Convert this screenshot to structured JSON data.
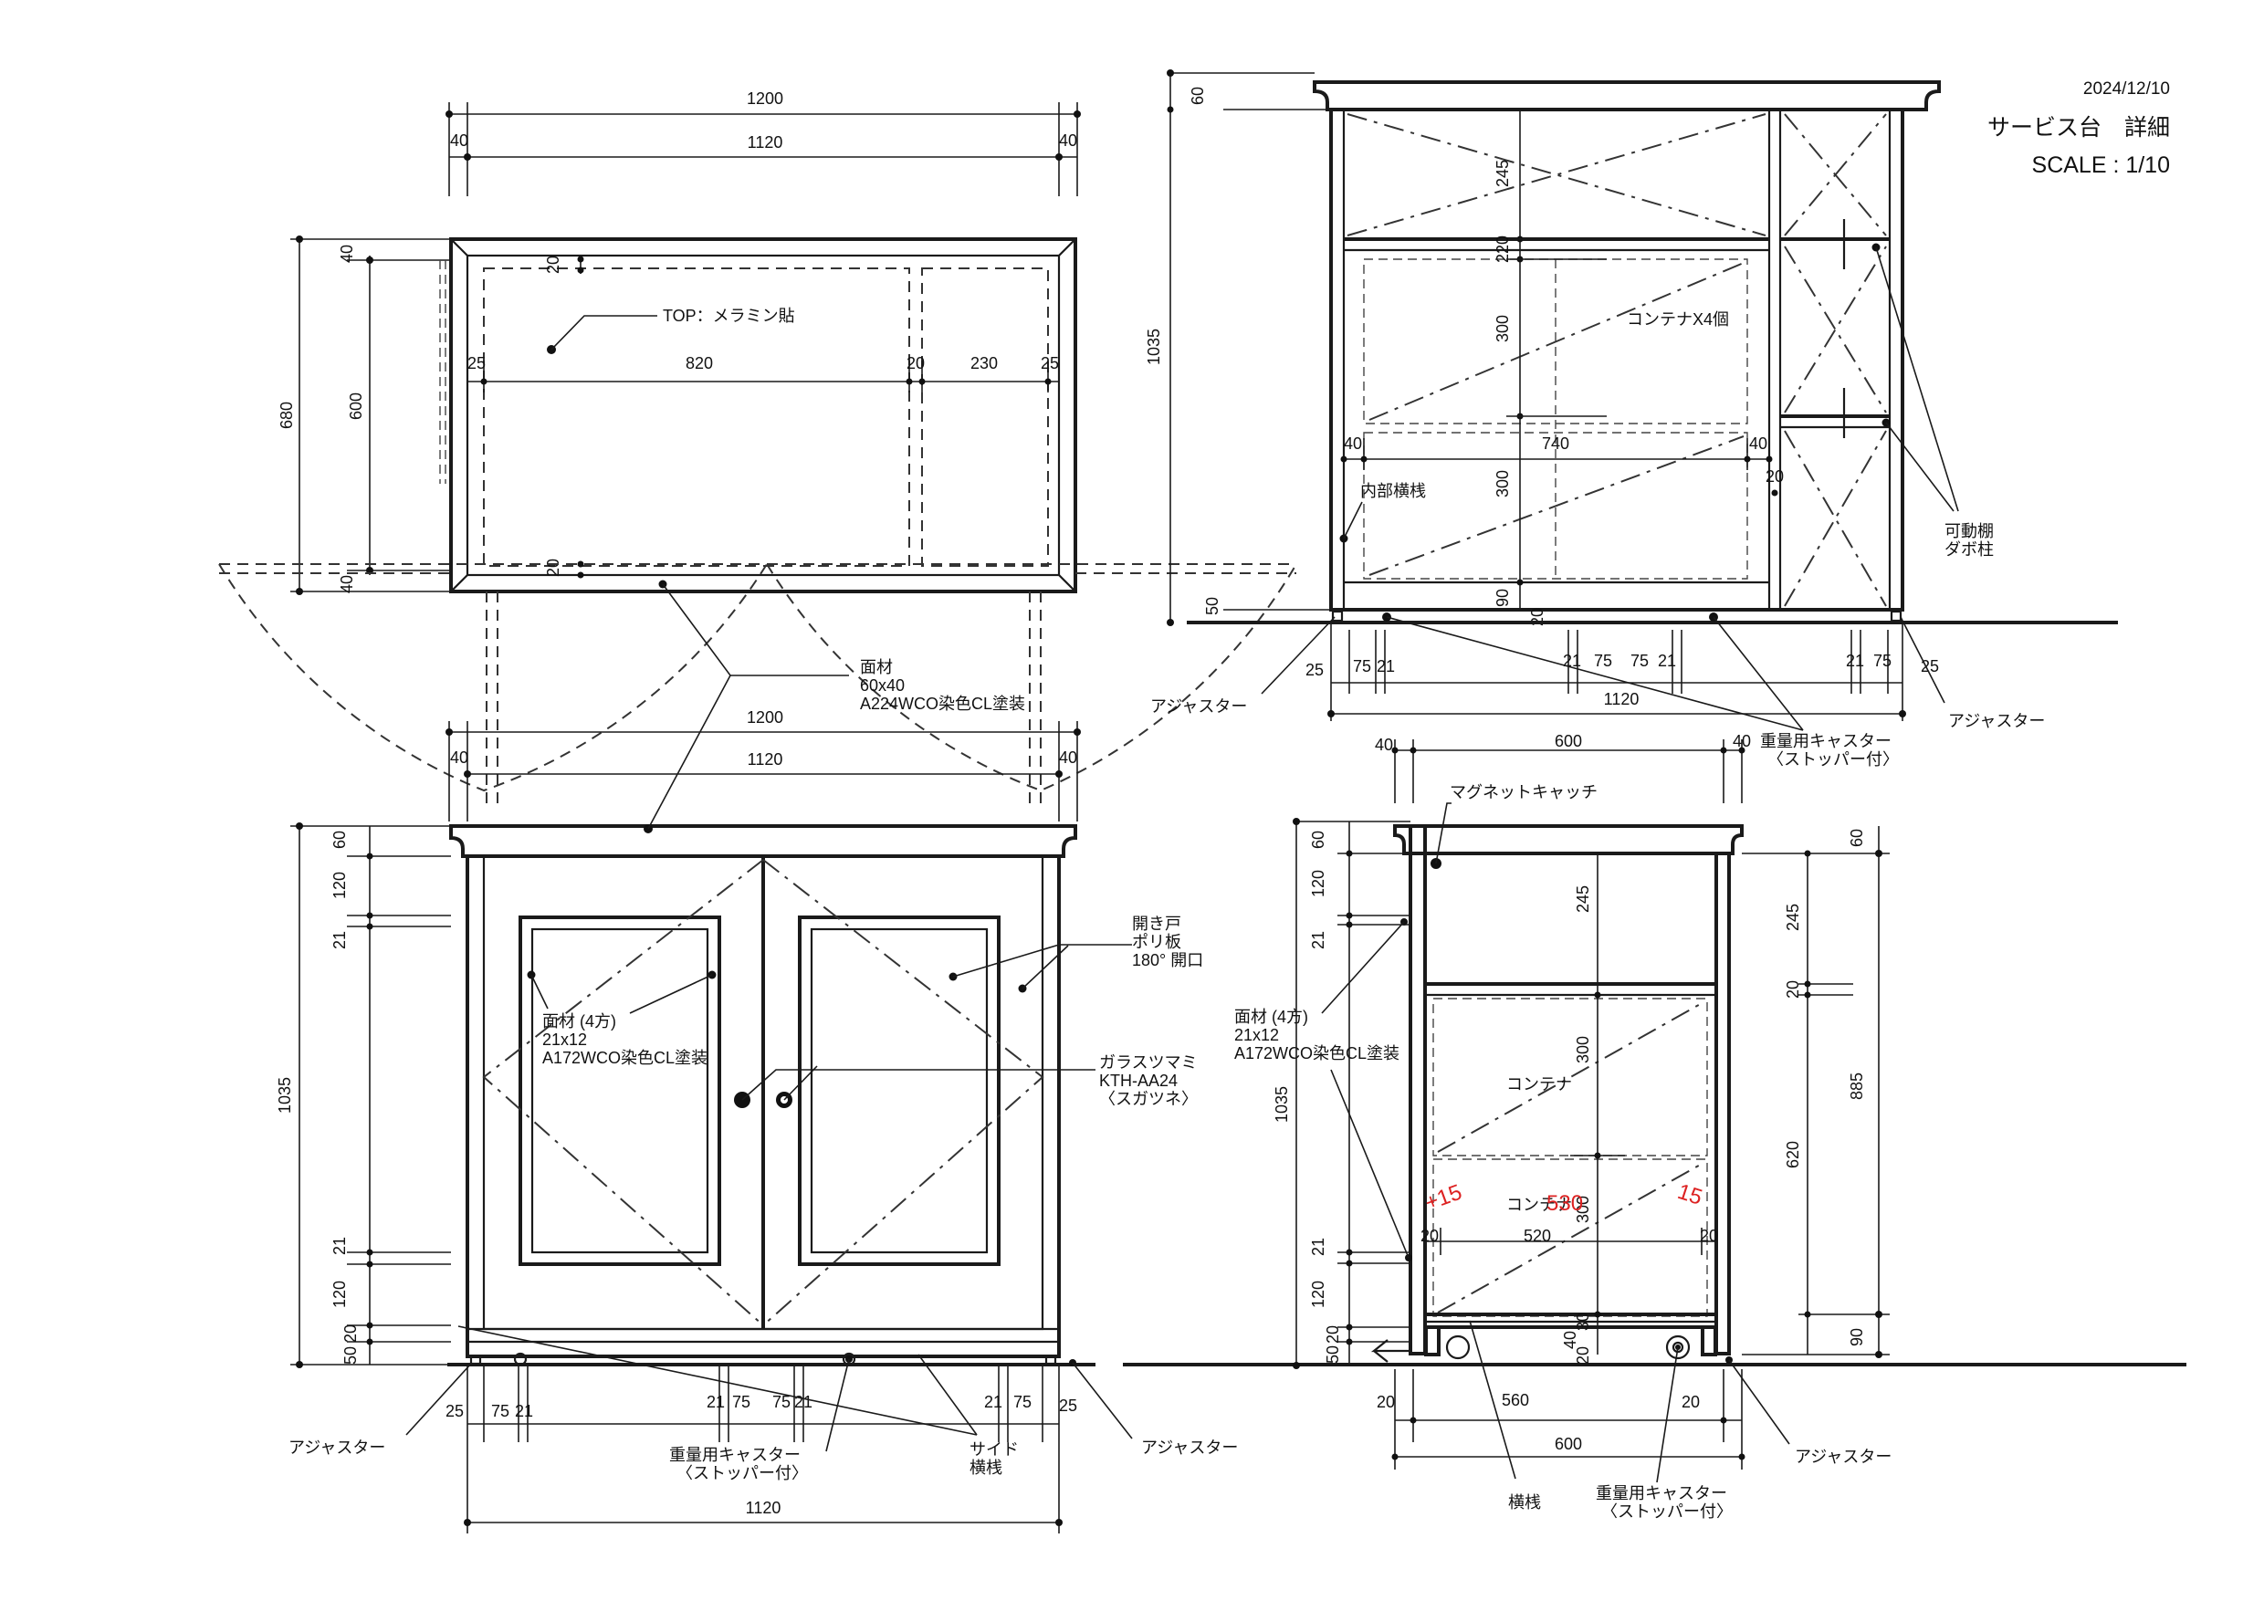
{
  "header": {
    "date": "2024/12/10",
    "title": "サービス台　詳細",
    "scale": "SCALE : 1/10"
  },
  "plan_view": {
    "dim_total": "1200",
    "dim_inner": "1120",
    "dim_left": "40",
    "dim_right": "40",
    "dim_depth": "680",
    "dim_inner_depth": "600",
    "dim_top_margin": "40",
    "dim_bottom_margin": "40",
    "dim_offset_top": "20",
    "dim_offset_bottom": "20",
    "dim_left_gap": "25",
    "dim_main": "820",
    "dim_mid": "20",
    "dim_side": "230",
    "dim_right_gap": "25",
    "top_label": "TOP：メラミン貼"
  },
  "front_view": {
    "dim_total": "1200",
    "dim_inner": "1120",
    "dim_left": "40",
    "dim_right": "40",
    "dim_height": "1035",
    "v60": "60",
    "v120a": "120",
    "v21a": "21",
    "v21b": "21",
    "v120b": "120",
    "v20": "20",
    "v50": "50",
    "b25a": "25",
    "b75a": "75",
    "b21a": "21",
    "b21b": "21",
    "b75b": "75",
    "b75c": "75",
    "b21c": "21",
    "b21d": "21",
    "b75d": "75",
    "b25b": "25",
    "bottom_total": "1120",
    "facing_l1": "面材",
    "facing_l2": "60x40",
    "facing_l3": "A224WCO染色CL塗装",
    "panel_l1": "面材 (4方)",
    "panel_l2": "21x12",
    "panel_l3": "A172WCO染色CL塗装",
    "door_l1": "開き戸",
    "door_l2": "ポリ板",
    "door_l3": "180° 開口",
    "knob_l1": "ガラスツマミ",
    "knob_l2": "KTH-AA24",
    "knob_l3": "〈スガツネ〉",
    "adjuster_left": "アジャスター",
    "adjuster_right": "アジャスター",
    "caster_l1": "重量用キャスター",
    "caster_l2": "〈ストッパー付〉",
    "side_rail_l1": "サイド",
    "side_rail_l2": "横桟"
  },
  "back_view": {
    "v60": "60",
    "v245": "245",
    "v220": "220",
    "v1035": "1035",
    "v300a": "300",
    "v300b": "300",
    "v90": "90",
    "v20": "20",
    "v50": "50",
    "h40a": "40",
    "h740": "740",
    "h40b": "40",
    "h20": "20",
    "container": "コンテナX4個",
    "inner_rail": "内部横桟",
    "shelf_l1": "可動棚",
    "shelf_l2": "ダボ柱",
    "b25a": "25",
    "b75a": "75",
    "b21a": "21",
    "b21b": "21",
    "b75b": "75",
    "b75c": "75",
    "b21c": "21",
    "b21d": "21",
    "b75d": "75",
    "b25b": "25",
    "bottom_total": "1120",
    "adjuster_left": "アジャスター",
    "adjuster_right": "アジャスター",
    "caster_l1": "重量用キャスター",
    "caster_l2": "〈ストッパー付〉"
  },
  "side_view": {
    "top40a": "40",
    "top600": "600",
    "top40b": "40",
    "magnet": "マグネットキャッチ",
    "v60": "60",
    "v120a": "120",
    "v21a": "21",
    "v1035": "1035",
    "v21b": "21",
    "v120b": "120",
    "v20": "20",
    "v50": "50",
    "panel_l1": "面材 (4方)",
    "panel_l2": "21x12",
    "panel_l3": "A172WCO染色CL塗装",
    "c245": "245",
    "c300a": "300",
    "c300b": "300",
    "c30": "30",
    "c40": "40",
    "c20": "20",
    "container1": "コンテナ",
    "container2": "コンテナ",
    "inner20a": "20",
    "inner520": "520",
    "inner20b": "20",
    "r60": "60",
    "r245": "245",
    "r20": "20",
    "r885": "885",
    "r620": "620",
    "r90": "90",
    "b20a": "20",
    "b560": "560",
    "b20b": "20",
    "b600": "600",
    "rail": "横桟",
    "caster_l1": "重量用キャスター",
    "caster_l2": "〈ストッパー付〉",
    "adjuster": "アジャスター",
    "red_a": "+15",
    "red_b": "530",
    "red_c": "15"
  }
}
